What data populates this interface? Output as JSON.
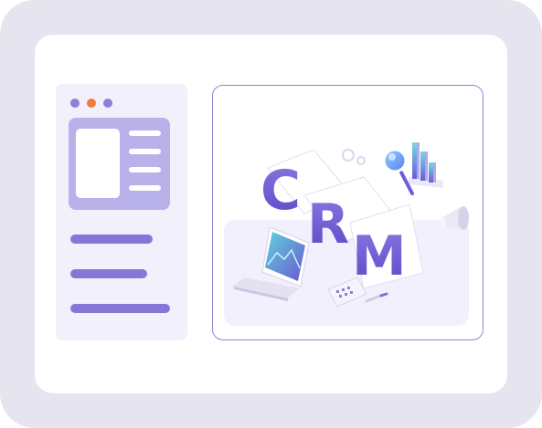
{
  "hero": {
    "word": "CRM",
    "letters": [
      "C",
      "R",
      "M"
    ]
  },
  "colors": {
    "frame": "#e6e4ee",
    "window": "#ffffff",
    "sidebar_bg": "#f2f0fb",
    "accent_purple": "#8677d6",
    "accent_orange": "#f07b3d",
    "card_bg": "#b9b1ea",
    "panel_border": "#8f86d8"
  },
  "icons": {
    "window_controls": [
      "control-dot-icon",
      "control-dot-icon",
      "control-dot-icon"
    ],
    "illustration": [
      "laptop-icon",
      "magnifier-icon",
      "bar-chart-icon",
      "gears-icon",
      "megaphone-icon",
      "calculator-icon",
      "pen-icon",
      "document-icon"
    ]
  }
}
